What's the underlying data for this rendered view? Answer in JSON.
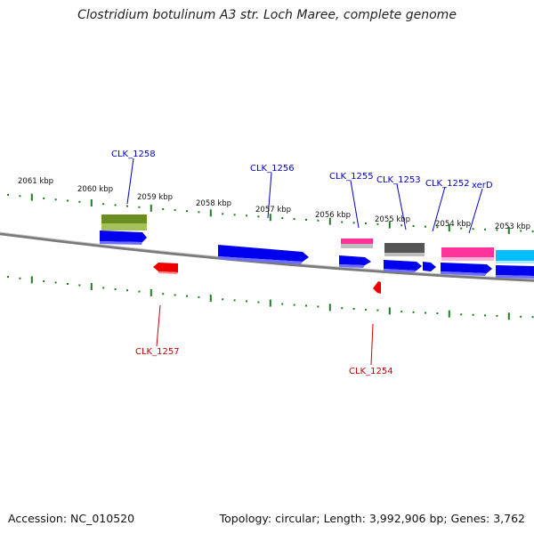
{
  "title": "Clostridium botulinum A3 str. Loch Maree, complete genome",
  "footer": {
    "accession": "Accession: NC_010520",
    "stats": "Topology: circular; Length: 3,992,906 bp; Genes: 3,762"
  },
  "colors": {
    "tick": "#1e7d1e",
    "forward_label": "#0000cc",
    "reverse_label": "#cc0000",
    "backbone": "#808080"
  },
  "kbp_labels": [
    "2061 kbp",
    "2060 kbp",
    "2059 kbp",
    "2058 kbp",
    "2057 kbp",
    "2056 kbp",
    "2055 kbp",
    "2054 kbp",
    "2053 kbp"
  ],
  "gene_labels_forward": [
    "CLK_1258",
    "CLK_1256",
    "CLK_1255",
    "CLK_1253",
    "CLK_1252",
    "xerD"
  ],
  "gene_labels_reverse": [
    "CLK_1257",
    "CLK_1254"
  ],
  "features": [
    {
      "track": "top",
      "color": "#6b8e23",
      "name": "olive"
    },
    {
      "track": "top",
      "color": "#ff3399",
      "name": "pink"
    },
    {
      "track": "top",
      "color": "#666666",
      "name": "grey"
    },
    {
      "track": "top",
      "color": "#ff3399",
      "name": "pink"
    },
    {
      "track": "top",
      "color": "#00bfff",
      "name": "cyan"
    },
    {
      "track": "forward",
      "color": "#0000ee",
      "name": "blue"
    },
    {
      "track": "reverse",
      "color": "#ee0000",
      "name": "red"
    }
  ]
}
